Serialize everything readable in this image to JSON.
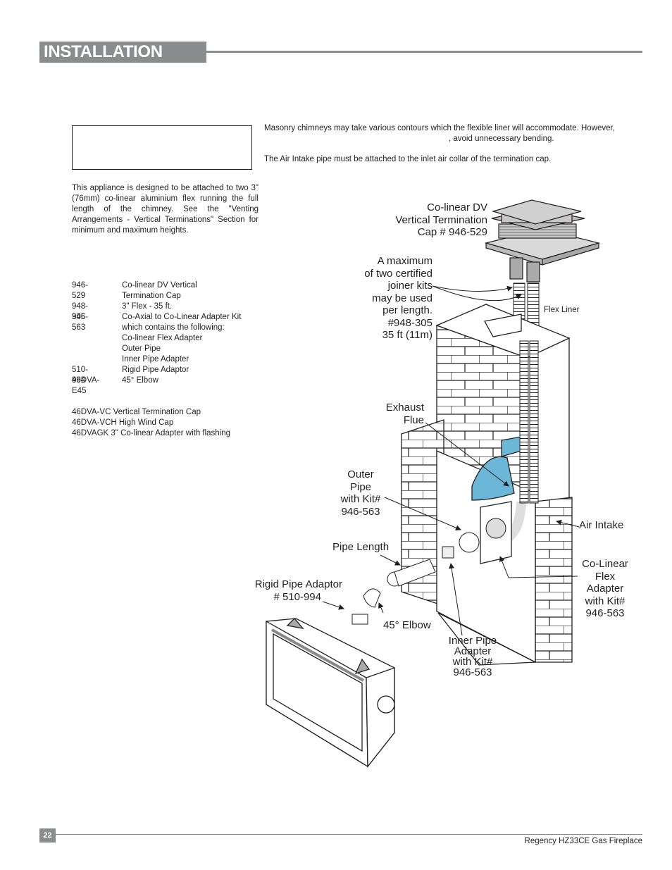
{
  "header": {
    "title": "INSTALLATION"
  },
  "warning_box": {
    "text": ""
  },
  "right_text": {
    "para1_line1": "Masonry chimneys may take various contours which the flexible liner will accommodate. However,",
    "para1_line2": ", avoid unnecessary bending.",
    "para2": "The Air Intake pipe must be attached to the inlet air collar of the termination cap."
  },
  "intro": "This appliance is designed to be attached to two 3\" (76mm) co-linear aluminium flex running the full length of the chimney. See the \"Venting Arrangements - Vertical Terminations\" Section for minimum and maximum heights.",
  "parts": [
    {
      "code": "946-529",
      "desc": "Co-linear DV Vertical"
    },
    {
      "code": "",
      "desc": "Termination Cap"
    },
    {
      "code": "948-305",
      "desc": "3\" Flex - 35 ft."
    },
    {
      "code": "946-563",
      "desc": "Co-Axial to Co-Linear Adapter Kit"
    },
    {
      "code": "",
      "desc": "which  contains  the  following:"
    },
    {
      "code": "",
      "desc": "Co-linear Flex Adapter"
    },
    {
      "code": "",
      "desc": "Outer Pipe"
    },
    {
      "code": "",
      "desc": "Inner Pipe Adapter"
    },
    {
      "code": "510-994",
      "desc": "Rigid Pipe Adaptor"
    },
    {
      "code": "46DVA-E45",
      "desc": "45° Elbow"
    }
  ],
  "optional": [
    "46DVA-VC     Vertical Termination Cap",
    "46DVA-VCH  High Wind Cap",
    "46DVAGK      3\" Co-linear Adapter with flashing"
  ],
  "labels": {
    "cap": [
      "Co-linear DV",
      "Vertical Termination",
      "Cap # 946-529"
    ],
    "joiner": [
      "A maximum",
      "of two certified",
      "joiner kits",
      "may be used",
      "per length.",
      "#948-305",
      "35 ft (11m)"
    ],
    "flex_liner": "Flex Liner",
    "exhaust": [
      "Exhaust",
      "Flue"
    ],
    "outer_pipe": [
      "Outer",
      "Pipe",
      "with Kit#",
      "946-563"
    ],
    "air_intake": "Air Intake",
    "pipe_length": "Pipe Length",
    "colinear_adapter": [
      "Co-Linear",
      "Flex",
      "Adapter",
      "with Kit#",
      "946-563"
    ],
    "rigid_adaptor": [
      "Rigid Pipe Adaptor",
      "# 510-994"
    ],
    "elbow": "45° Elbow",
    "inner_pipe": [
      "Inner Pipe",
      "Adapter",
      "with Kit#",
      "946-563"
    ]
  },
  "footer": {
    "page": "22",
    "product": "Regency HZ33CE Gas Fireplace"
  }
}
